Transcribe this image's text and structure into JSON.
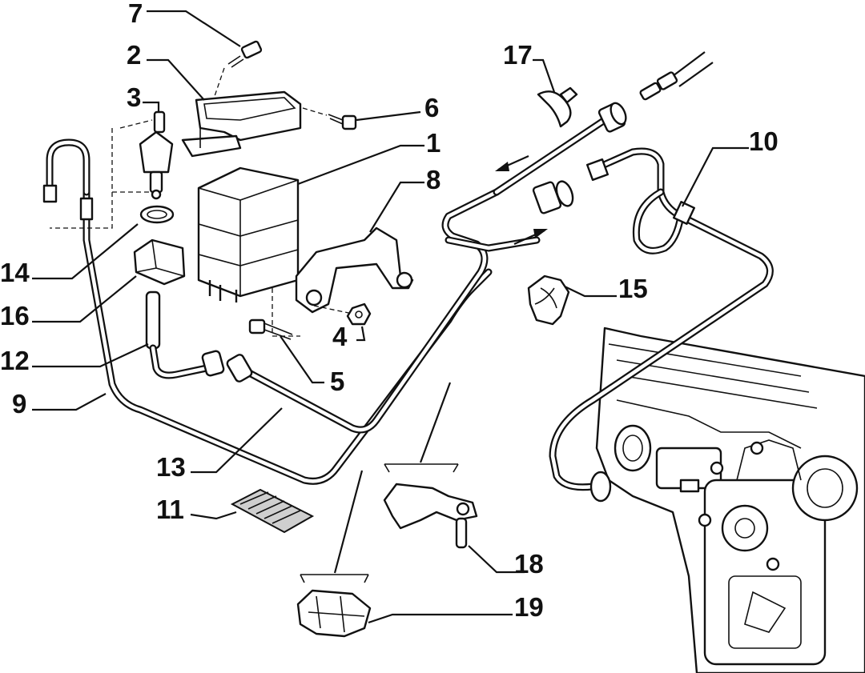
{
  "diagram": {
    "callouts": [
      {
        "id": "7"
      },
      {
        "id": "2"
      },
      {
        "id": "3"
      },
      {
        "id": "6"
      },
      {
        "id": "1"
      },
      {
        "id": "8"
      },
      {
        "id": "14"
      },
      {
        "id": "16"
      },
      {
        "id": "12"
      },
      {
        "id": "9"
      },
      {
        "id": "4"
      },
      {
        "id": "5"
      },
      {
        "id": "13"
      },
      {
        "id": "11"
      },
      {
        "id": "17"
      },
      {
        "id": "10"
      },
      {
        "id": "15"
      },
      {
        "id": "18"
      },
      {
        "id": "19"
      }
    ]
  }
}
